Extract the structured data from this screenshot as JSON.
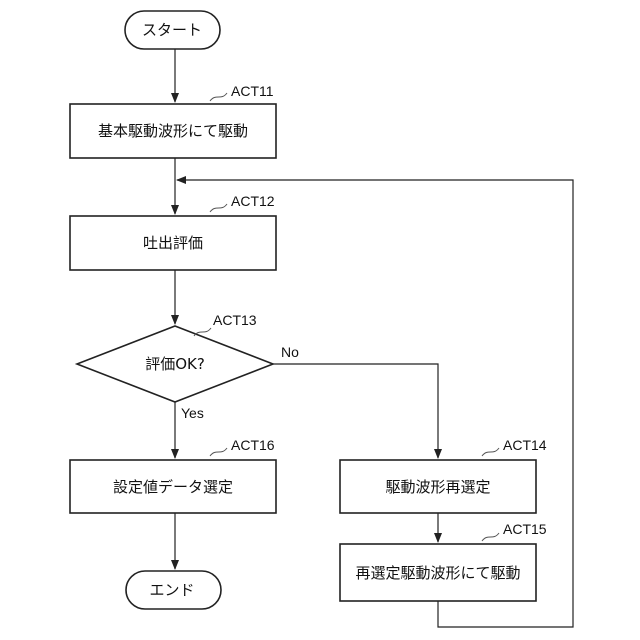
{
  "nodes": {
    "start": "スタート",
    "act11_box": "基本駆動波形にて駆動",
    "act12_box": "吐出評価",
    "act13_decision": "評価OK?",
    "act16_box": "設定値データ選定",
    "act14_box": "駆動波形再選定",
    "act15_box": "再選定駆動波形にて駆動",
    "end": "エンド"
  },
  "step_labels": {
    "act11": "ACT11",
    "act12": "ACT12",
    "act13": "ACT13",
    "act14": "ACT14",
    "act15": "ACT15",
    "act16": "ACT16"
  },
  "branch_labels": {
    "no": "No",
    "yes": "Yes"
  }
}
